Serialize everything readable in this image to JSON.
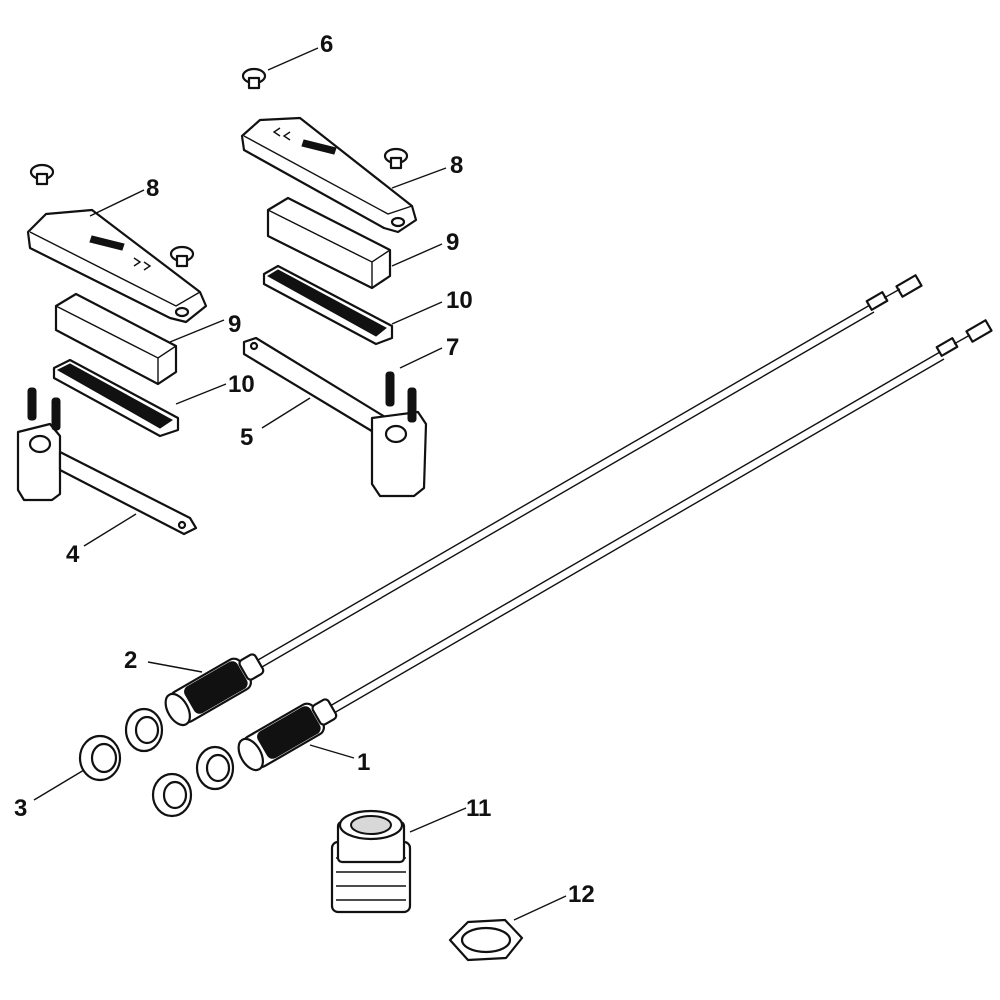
{
  "diagram": {
    "callouts": [
      {
        "id": "c1",
        "text": "1"
      },
      {
        "id": "c2",
        "text": "2"
      },
      {
        "id": "c3",
        "text": "3"
      },
      {
        "id": "c4",
        "text": "4"
      },
      {
        "id": "c5",
        "text": "5"
      },
      {
        "id": "c6",
        "text": "6"
      },
      {
        "id": "c7",
        "text": "7"
      },
      {
        "id": "c8a",
        "text": "8"
      },
      {
        "id": "c8b",
        "text": "8"
      },
      {
        "id": "c9a",
        "text": "9"
      },
      {
        "id": "c9b",
        "text": "9"
      },
      {
        "id": "c10a",
        "text": "10"
      },
      {
        "id": "c10b",
        "text": "10"
      },
      {
        "id": "c11",
        "text": "11"
      },
      {
        "id": "c12",
        "text": "12"
      }
    ]
  }
}
